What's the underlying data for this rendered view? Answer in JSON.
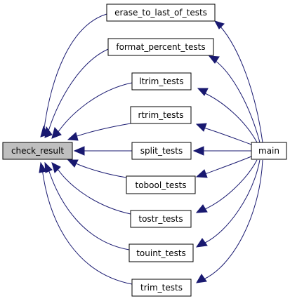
{
  "diagram": {
    "nodes": {
      "check_result": "check_result",
      "erase": "erase_to_last_of_tests",
      "format": "format_percent_tests",
      "ltrim": "ltrim_tests",
      "rtrim": "rtrim_tests",
      "split": "split_tests",
      "tobool": "tobool_tests",
      "tostr": "tostr_tests",
      "touint": "touint_tests",
      "trim": "trim_tests",
      "main": "main"
    },
    "colors": {
      "edge": "#191970",
      "focus_fill": "#bfbfbf",
      "node_fill": "#ffffff",
      "border": "#000000"
    },
    "edges": [
      {
        "from": "erase",
        "to": "check_result"
      },
      {
        "from": "format",
        "to": "check_result"
      },
      {
        "from": "ltrim",
        "to": "check_result"
      },
      {
        "from": "rtrim",
        "to": "check_result"
      },
      {
        "from": "split",
        "to": "check_result"
      },
      {
        "from": "tobool",
        "to": "check_result"
      },
      {
        "from": "tostr",
        "to": "check_result"
      },
      {
        "from": "touint",
        "to": "check_result"
      },
      {
        "from": "trim",
        "to": "check_result"
      },
      {
        "from": "main",
        "to": "erase"
      },
      {
        "from": "main",
        "to": "format"
      },
      {
        "from": "main",
        "to": "ltrim"
      },
      {
        "from": "main",
        "to": "rtrim"
      },
      {
        "from": "main",
        "to": "split"
      },
      {
        "from": "main",
        "to": "tobool"
      },
      {
        "from": "main",
        "to": "tostr"
      },
      {
        "from": "main",
        "to": "touint"
      },
      {
        "from": "main",
        "to": "trim"
      }
    ]
  }
}
